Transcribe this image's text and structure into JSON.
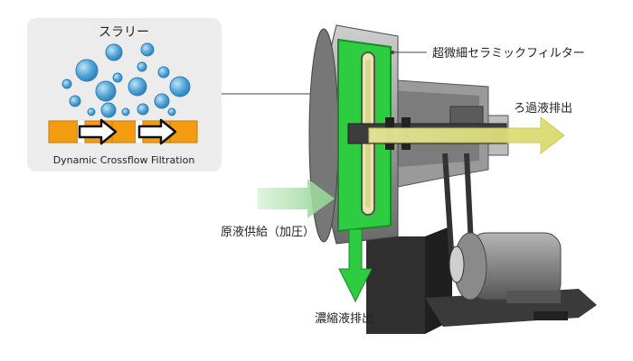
{
  "inset": {
    "title": "スラリー",
    "caption": "Dynamic Crossflow Filtration"
  },
  "labels": {
    "filter": "超微細セラミックフィルター",
    "filtrate": "ろ過液排出",
    "feed": "原液供給（加圧）",
    "concentrate": "濃縮液排出"
  },
  "colors": {
    "slurry": "#4fa3d6",
    "filter_media": "#f39c12",
    "chamber": "#2ecc40",
    "filtrate_arrow": "#e0e27a",
    "feed_arrow": "#9fd89f",
    "machine": "#7a7a7a"
  }
}
